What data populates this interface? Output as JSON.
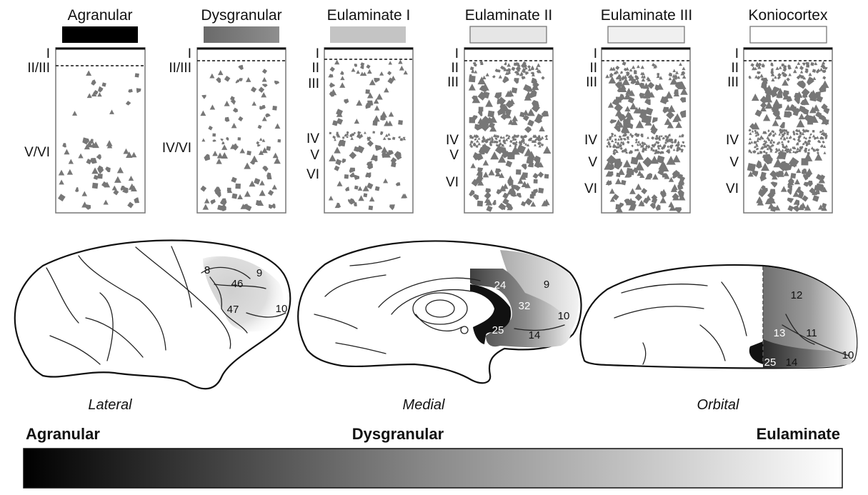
{
  "columns": [
    {
      "id": "agranular",
      "title": "Agranular",
      "swatch": "#000000",
      "layers": [
        "I",
        "II/III",
        "V/VI"
      ]
    },
    {
      "id": "dysgranular",
      "title": "Dysgranular",
      "swatch": "#787878",
      "layers": [
        "I",
        "II/III",
        "IV/VI"
      ]
    },
    {
      "id": "eulaminate1",
      "title": "Eulaminate I",
      "swatch": "#c4c4c4",
      "layers": [
        "I",
        "II",
        "III",
        "IV",
        "V",
        "VI"
      ]
    },
    {
      "id": "eulaminate2",
      "title": "Eulaminate II",
      "swatch": "#e6e6e6",
      "layers": [
        "I",
        "II",
        "III",
        "IV",
        "V",
        "VI"
      ]
    },
    {
      "id": "eulaminate3",
      "title": "Eulaminate III",
      "swatch": "#f0f0f0",
      "layers": [
        "I",
        "II",
        "III",
        "IV",
        "V",
        "VI"
      ]
    },
    {
      "id": "koniocortex",
      "title": "Koniocortex",
      "swatch": "#ffffff",
      "layers": [
        "I",
        "II",
        "III",
        "IV",
        "V",
        "VI"
      ]
    }
  ],
  "brains": {
    "lateral": {
      "label": "Lateral",
      "areas": [
        "8",
        "9",
        "46",
        "47",
        "10"
      ]
    },
    "medial": {
      "label": "Medial",
      "areas": [
        "24",
        "9",
        "32",
        "10",
        "25",
        "14"
      ]
    },
    "orbital": {
      "label": "Orbital",
      "areas": [
        "12",
        "13",
        "11",
        "10",
        "25",
        "14"
      ]
    }
  },
  "gradient": {
    "left_label": "Agranular",
    "mid_label": "Dysgranular",
    "right_label": "Eulaminate",
    "color_from": "#000000",
    "color_to": "#ffffff"
  }
}
